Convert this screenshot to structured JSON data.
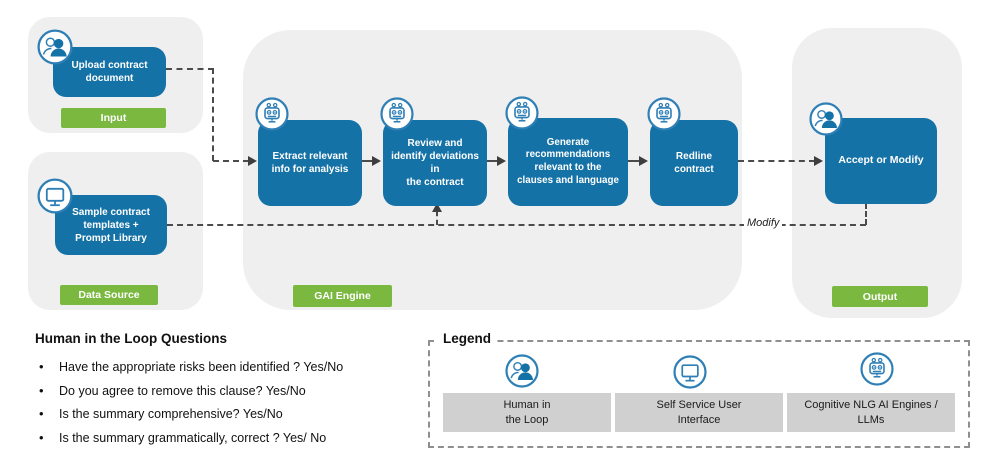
{
  "colors": {
    "box_blue": "#1572A7",
    "tag_green": "#7AB840",
    "panel_gray": "#EFEFEF",
    "legend_band_gray": "#D0D0D0",
    "icon_blue": "#2E7FB5",
    "connector_dark": "#4B4B4B"
  },
  "flow": {
    "input_panel": {
      "box_label": "Upload contract\ndocument",
      "tag": "Input"
    },
    "data_source_panel": {
      "box_label": "Sample contract\ntemplates +\nPrompt Library",
      "tag": "Data Source"
    },
    "gai_panel": {
      "tag": "GAI Engine",
      "steps": [
        {
          "label": "Extract relevant\ninfo for analysis"
        },
        {
          "label": "Review and\nidentify deviations\nin\nthe contract"
        },
        {
          "label": "Generate\nrecommendations\nrelevant to the\nclauses and language"
        },
        {
          "label": "Redline\ncontract"
        }
      ]
    },
    "output_panel": {
      "box_label": "Accept or Modify",
      "tag": "Output"
    },
    "modify_label": "Modify"
  },
  "questions": {
    "title": "Human in the Loop Questions",
    "items": [
      "Have the appropriate risks been identified ? Yes/No",
      "Do you agree to remove this clause? Yes/No",
      "Is the summary comprehensive? Yes/No",
      "Is the summary grammatically, correct ? Yes/ No"
    ]
  },
  "legend": {
    "title": "Legend",
    "items": [
      {
        "icon": "human-in-loop-icon",
        "label": "Human in\nthe Loop"
      },
      {
        "icon": "self-service-ui-icon",
        "label": "Self Service User\nInterface"
      },
      {
        "icon": "cognitive-ai-icon",
        "label": "Cognitive NLG AI Engines /\nLLMs"
      }
    ]
  }
}
